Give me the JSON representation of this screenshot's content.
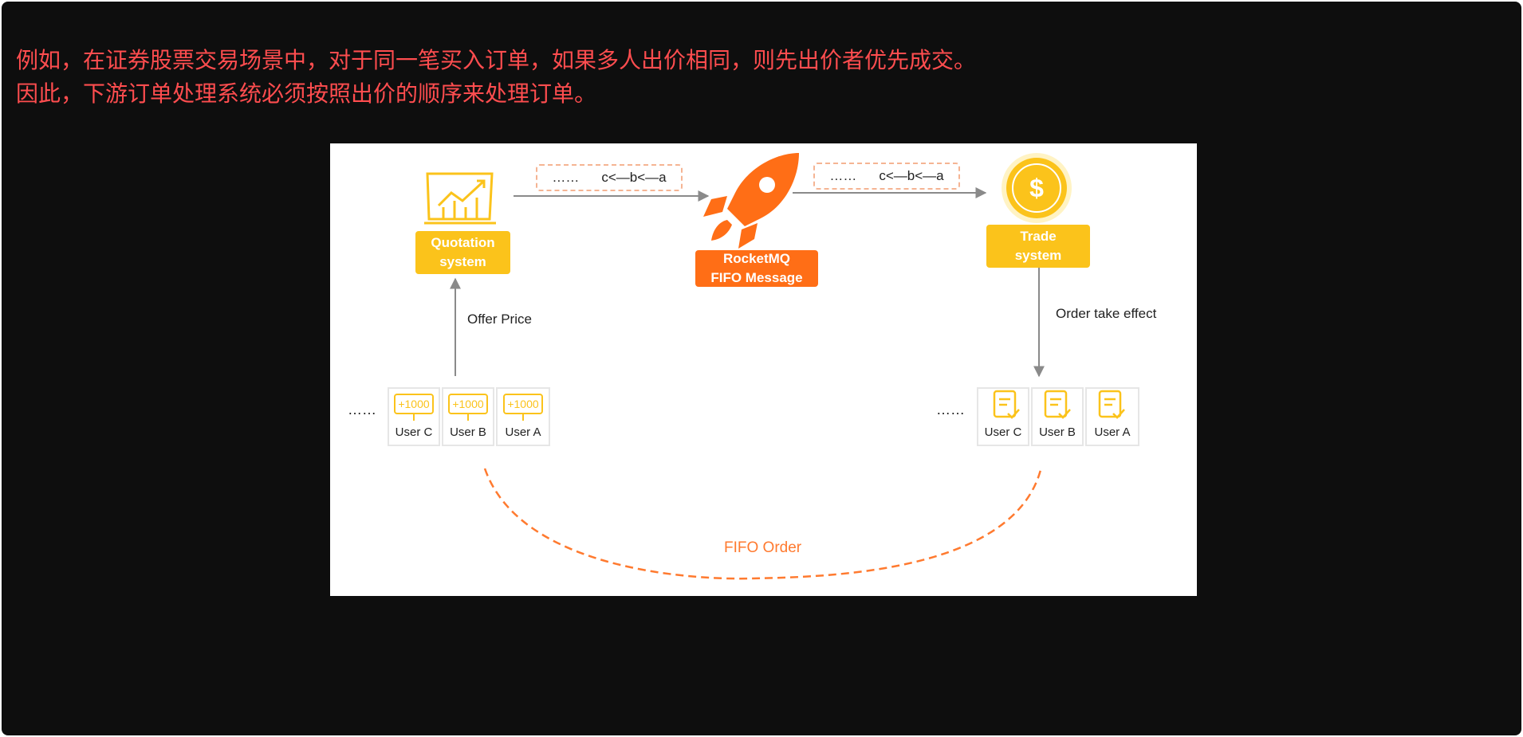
{
  "caption": {
    "line1": "例如，在证券股票交易场景中，对于同一笔买入订单，如果多人出价相同，则先出价者优先成交。",
    "line2": "因此，下游订单处理系统必须按照出价的顺序来处理订单。"
  },
  "diagram": {
    "quotation_system": "Quotation\nsystem",
    "rocketmq": "RocketMQ\nFIFO Message",
    "trade_system": "Trade\nsystem",
    "seq_left": {
      "dots": "……",
      "sequence": "c<—b<—a"
    },
    "seq_right": {
      "dots": "……",
      "sequence": "c<—b<—a"
    },
    "offer_price": "Offer Price",
    "order_take_effect": "Order take effect",
    "left_ellipsis": "……",
    "right_ellipsis": "……",
    "left_users": [
      {
        "price": "+1000",
        "name": "User C"
      },
      {
        "price": "+1000",
        "name": "User B"
      },
      {
        "price": "+1000",
        "name": "User A"
      }
    ],
    "right_users": [
      {
        "name": "User C"
      },
      {
        "name": "User B"
      },
      {
        "name": "User A"
      }
    ],
    "fifo_order": "FIFO Order",
    "colors": {
      "yellow": "#fbc31b",
      "orange": "#ff6e16",
      "caption_red": "#ff4d4f",
      "fifo_orange": "#ff7a2f"
    },
    "icons": {
      "quotation": "chart-monitor-icon",
      "rocketmq": "rocket-icon",
      "trade": "dollar-coin-icon",
      "offer": "price-tag-icon",
      "order": "checked-document-icon"
    }
  }
}
